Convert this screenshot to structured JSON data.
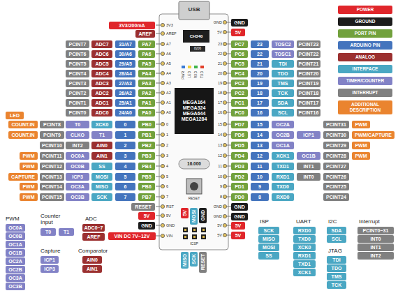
{
  "diagram": {
    "nodes": [
      {
        "text": [
          "3V3/200mA"
        ]
      },
      {
        "text": [
          "AREF"
        ]
      },
      {
        "text": [
          "GND"
        ]
      },
      {
        "text": [
          "5V"
        ]
      },
      {
        "text": [
          "PCINT7"
        ]
      },
      {
        "text": [
          "ADC7"
        ]
      },
      {
        "text": [
          "31/A7"
        ]
      },
      {
        "text": [
          "PA7"
        ]
      },
      {
        "text": [
          "PCINT6"
        ]
      },
      {
        "text": [
          "ADC6"
        ]
      },
      {
        "text": [
          "30/A6"
        ]
      },
      {
        "text": [
          "PA6"
        ]
      },
      {
        "text": [
          "PCINT5"
        ]
      },
      {
        "text": [
          "ADC5"
        ]
      },
      {
        "text": [
          "29/A5"
        ]
      },
      {
        "text": [
          "PA5"
        ]
      },
      {
        "text": [
          "PCINT4"
        ]
      },
      {
        "text": [
          "ADC4"
        ]
      },
      {
        "text": [
          "28/A4"
        ]
      },
      {
        "text": [
          "PA4"
        ]
      },
      {
        "text": [
          "PCINT3"
        ]
      },
      {
        "text": [
          "ADC3"
        ]
      },
      {
        "text": [
          "27/A3"
        ]
      },
      {
        "text": [
          "PA3"
        ]
      },
      {
        "text": [
          "PCINT2"
        ]
      },
      {
        "text": [
          "ADC2"
        ]
      },
      {
        "text": [
          "26/A2"
        ]
      },
      {
        "text": [
          "PA2"
        ]
      },
      {
        "text": [
          "PCINT1"
        ]
      },
      {
        "text": [
          "ADC1"
        ]
      },
      {
        "text": [
          "25/A1"
        ]
      },
      {
        "text": [
          "PA1"
        ]
      },
      {
        "text": [
          "PCINT0"
        ]
      },
      {
        "text": [
          "ADC0"
        ]
      },
      {
        "text": [
          "24/A0"
        ]
      },
      {
        "text": [
          "PA0"
        ]
      },
      {
        "text": [
          "LED"
        ]
      },
      {
        "text": [
          "COUNT.IN"
        ]
      },
      {
        "text": [
          "PCINT8"
        ]
      },
      {
        "text": [
          "T0"
        ]
      },
      {
        "text": [
          "XCK0"
        ]
      },
      {
        "text": [
          "0"
        ]
      },
      {
        "text": [
          "PB0"
        ]
      },
      {
        "text": [
          "COUNT.IN"
        ]
      },
      {
        "text": [
          "PCINT9"
        ]
      },
      {
        "text": [
          "CLKO"
        ]
      },
      {
        "text": [
          "T1"
        ]
      },
      {
        "text": [
          "1"
        ]
      },
      {
        "text": [
          "PB1"
        ]
      },
      {
        "text": [
          "PCINT10"
        ]
      },
      {
        "text": [
          "INT2"
        ]
      },
      {
        "text": [
          "AIN0"
        ]
      },
      {
        "text": [
          "2"
        ]
      },
      {
        "text": [
          "PB2"
        ]
      },
      {
        "text": [
          "PWM"
        ]
      },
      {
        "text": [
          "PCINT11"
        ]
      },
      {
        "text": [
          "OC0A"
        ]
      },
      {
        "text": [
          "AIN1"
        ]
      },
      {
        "text": [
          "3"
        ]
      },
      {
        "text": [
          "PB3"
        ]
      },
      {
        "text": [
          "PWM"
        ]
      },
      {
        "text": [
          "PCINT12"
        ]
      },
      {
        "text": [
          "OC0B"
        ]
      },
      {
        "text": [
          "SS"
        ]
      },
      {
        "text": [
          "4"
        ]
      },
      {
        "text": [
          "PB4"
        ]
      },
      {
        "text": [
          "CAPTURE"
        ]
      },
      {
        "text": [
          "PCINT13"
        ]
      },
      {
        "text": [
          "ICP3"
        ]
      },
      {
        "text": [
          "MOSI"
        ]
      },
      {
        "text": [
          "5"
        ]
      },
      {
        "text": [
          "PB5"
        ]
      },
      {
        "text": [
          "PWM"
        ]
      },
      {
        "text": [
          "PCINT14"
        ]
      },
      {
        "text": [
          "OC3A"
        ]
      },
      {
        "text": [
          "MISO"
        ]
      },
      {
        "text": [
          "6"
        ]
      },
      {
        "text": [
          "PB6"
        ]
      },
      {
        "text": [
          "PWM"
        ]
      },
      {
        "text": [
          "PCINT15"
        ]
      },
      {
        "text": [
          "OC3B"
        ]
      },
      {
        "text": [
          "SCK"
        ]
      },
      {
        "text": [
          "7"
        ]
      },
      {
        "text": [
          "PB7"
        ]
      },
      {
        "text": [
          "PC7"
        ]
      },
      {
        "text": [
          "23"
        ]
      },
      {
        "text": [
          "TOSC2"
        ]
      },
      {
        "text": [
          "PCINT23"
        ]
      },
      {
        "text": [
          "PC6"
        ]
      },
      {
        "text": [
          "22"
        ]
      },
      {
        "text": [
          "TOSC1"
        ]
      },
      {
        "text": [
          "PCINT22"
        ]
      },
      {
        "text": [
          "PC5"
        ]
      },
      {
        "text": [
          "21"
        ]
      },
      {
        "text": [
          "TDI"
        ]
      },
      {
        "text": [
          "PCINT21"
        ]
      },
      {
        "text": [
          "PC4"
        ]
      },
      {
        "text": [
          "20"
        ]
      },
      {
        "text": [
          "TDO"
        ]
      },
      {
        "text": [
          "PCINT20"
        ]
      },
      {
        "text": [
          "PC3"
        ]
      },
      {
        "text": [
          "19"
        ]
      },
      {
        "text": [
          "TMS"
        ]
      },
      {
        "text": [
          "PCINT19"
        ]
      },
      {
        "text": [
          "PC2"
        ]
      },
      {
        "text": [
          "18"
        ]
      },
      {
        "text": [
          "TCK"
        ]
      },
      {
        "text": [
          "PCINT18"
        ]
      },
      {
        "text": [
          "PC1"
        ]
      },
      {
        "text": [
          "17"
        ]
      },
      {
        "text": [
          "SDA"
        ]
      },
      {
        "text": [
          "PCINT17"
        ]
      },
      {
        "text": [
          "PC0"
        ]
      },
      {
        "text": [
          "16"
        ]
      },
      {
        "text": [
          "SCL"
        ]
      },
      {
        "text": [
          "PCINT16"
        ]
      },
      {
        "text": [
          "PD7"
        ]
      },
      {
        "text": [
          "15"
        ]
      },
      {
        "text": [
          "OC2A"
        ]
      },
      {
        "text": [
          "PCINT31"
        ]
      },
      {
        "text": [
          "PWM"
        ]
      },
      {
        "text": [
          "PD6"
        ]
      },
      {
        "text": [
          "14"
        ]
      },
      {
        "text": [
          "OC2B"
        ]
      },
      {
        "text": [
          "ICP1"
        ]
      },
      {
        "text": [
          "PCINT30"
        ]
      },
      {
        "text": [
          "PWM/CAPTURE"
        ]
      },
      {
        "text": [
          "PD5"
        ]
      },
      {
        "text": [
          "13"
        ]
      },
      {
        "text": [
          "OC1A"
        ]
      },
      {
        "text": [
          "PCINT29"
        ]
      },
      {
        "text": [
          "PWM"
        ]
      },
      {
        "text": [
          "PD4"
        ]
      },
      {
        "text": [
          "12"
        ]
      },
      {
        "text": [
          "XCK1"
        ]
      },
      {
        "text": [
          "OC1B"
        ]
      },
      {
        "text": [
          "PCINT28"
        ]
      },
      {
        "text": [
          "PWM"
        ]
      },
      {
        "text": [
          "PD3"
        ]
      },
      {
        "text": [
          "11"
        ]
      },
      {
        "text": [
          "TXD1"
        ]
      },
      {
        "text": [
          "INT1"
        ]
      },
      {
        "text": [
          "PCINT27"
        ]
      },
      {
        "text": [
          "PD2"
        ]
      },
      {
        "text": [
          "10"
        ]
      },
      {
        "text": [
          "RXD1"
        ]
      },
      {
        "text": [
          "INT0"
        ]
      },
      {
        "text": [
          "PCINT26"
        ]
      },
      {
        "text": [
          "PD1"
        ]
      },
      {
        "text": [
          "9"
        ]
      },
      {
        "text": [
          "TXD0"
        ]
      },
      {
        "text": [
          "PCINT25"
        ]
      },
      {
        "text": [
          "PD0"
        ]
      },
      {
        "text": [
          "8"
        ]
      },
      {
        "text": [
          "RXD0"
        ]
      },
      {
        "text": [
          "PCINT24"
        ]
      },
      {
        "text": [
          "RESET"
        ]
      },
      {
        "text": [
          "5V"
        ]
      },
      {
        "text": [
          "GND"
        ]
      },
      {
        "text": [
          "VIN DC 7V~12V"
        ]
      },
      {
        "text": [
          "GND"
        ]
      },
      {
        "text": [
          "GND"
        ]
      },
      {
        "text": [
          "5V"
        ]
      },
      {
        "text": [
          "5V"
        ]
      },
      {
        "text": [
          "5V"
        ]
      },
      {
        "text": [
          "MOSI"
        ]
      },
      {
        "text": [
          "GND"
        ]
      },
      {
        "text": [
          "MISO"
        ]
      },
      {
        "text": [
          "SCK"
        ]
      },
      {
        "text": [
          "RESET"
        ]
      },
      {
        "text": [
          "OC0A"
        ]
      },
      {
        "text": [
          "OC0B"
        ]
      },
      {
        "text": [
          "OC1A"
        ]
      },
      {
        "text": [
          "OC1B"
        ]
      },
      {
        "text": [
          "OC2A"
        ]
      },
      {
        "text": [
          "OC2B"
        ]
      },
      {
        "text": [
          "OC3A"
        ]
      },
      {
        "text": [
          "OC3B"
        ]
      },
      {
        "text": [
          "T0"
        ]
      },
      {
        "text": [
          "T1"
        ]
      },
      {
        "text": [
          "ADC0~7"
        ]
      },
      {
        "text": [
          "AREF"
        ]
      },
      {
        "text": [
          "ICP1"
        ]
      },
      {
        "text": [
          "ICP3"
        ]
      },
      {
        "text": [
          "AIN0"
        ]
      },
      {
        "text": [
          "AIN1"
        ]
      },
      {
        "text": [
          "SCK"
        ]
      },
      {
        "text": [
          "MISO"
        ]
      },
      {
        "text": [
          "MOSI"
        ]
      },
      {
        "text": [
          "SS"
        ]
      },
      {
        "text": [
          "RXD0"
        ]
      },
      {
        "text": [
          "TXD0"
        ]
      },
      {
        "text": [
          "XCK0"
        ]
      },
      {
        "text": [
          "RXD1"
        ]
      },
      {
        "text": [
          "TXD1"
        ]
      },
      {
        "text": [
          "XCK1"
        ]
      },
      {
        "text": [
          "SDA"
        ]
      },
      {
        "text": [
          "SCL"
        ]
      },
      {
        "text": [
          "TDI"
        ]
      },
      {
        "text": [
          "TDO"
        ]
      },
      {
        "text": [
          "TMS"
        ]
      },
      {
        "text": [
          "TCK"
        ]
      },
      {
        "text": [
          "PCINT0~31"
        ]
      },
      {
        "text": [
          "INT0"
        ]
      },
      {
        "text": [
          "INT1"
        ]
      },
      {
        "text": [
          "INT2"
        ]
      }
    ],
    "labels": [
      "USB",
      "CH340",
      "8206",
      "PWR",
      "LED",
      "RXD",
      "TXD",
      "MEGA164 MEGA324 MEGA644 MEGA1284",
      "16.000",
      "RESET",
      "ICSP",
      "3V3",
      "AREF",
      "A7",
      "A6",
      "A5",
      "A4",
      "A3",
      "A2",
      "A1",
      "A0",
      "0",
      "1",
      "2",
      "3",
      "4",
      "5",
      "6",
      "7",
      "RST",
      "5V",
      "GND",
      "VIN",
      "GND",
      "5V",
      "23",
      "22",
      "21",
      "20",
      "19",
      "18",
      "17",
      "16",
      "15",
      "14",
      "13",
      "12",
      "11",
      "10",
      "9",
      "8",
      "GND",
      "GND",
      "5V",
      "5V",
      "PWM",
      "Counter Input",
      "ADC",
      "Capture",
      "Comparator",
      "ISP",
      "UART",
      "I2C",
      "JTAG",
      "Interrupt"
    ],
    "legend": [
      {
        "text": "POWER",
        "color": "#e0262b"
      },
      {
        "text": "GROUND",
        "color": "#1c1c1c"
      },
      {
        "text": "PORT PIN",
        "color": "#72a13d"
      },
      {
        "text": "ARDUINO PIN",
        "color": "#4474bd"
      },
      {
        "text": "ANALOG",
        "color": "#9b3030"
      },
      {
        "text": "INTERFACE",
        "color": "#4aa7c3"
      },
      {
        "text": "TIMER/COUNTER",
        "color": "#8282c6"
      },
      {
        "text": "INTERRUPT",
        "color": "#808080"
      },
      {
        "text": "ADDITIONAL DESCRIPTION",
        "color": "#ea842f"
      }
    ]
  }
}
